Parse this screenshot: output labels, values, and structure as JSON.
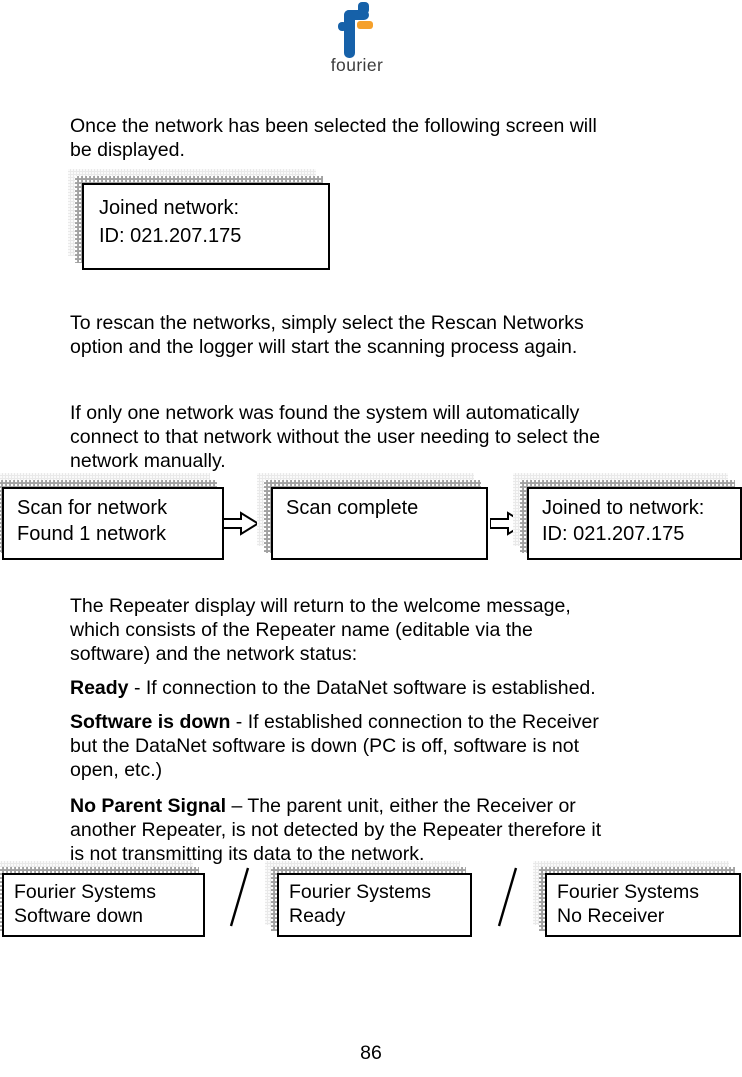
{
  "page": {
    "number": "86",
    "background": "#ffffff",
    "text_color": "#000000"
  },
  "logo": {
    "brand": "fourier",
    "blue": "#1661a9",
    "orange": "#f5a02b"
  },
  "paragraphs": {
    "p1": [
      "Once the network has been selected the following screen will",
      "be displayed."
    ],
    "p2": [
      "To rescan the networks, simply select the Rescan Networks",
      "option and the logger will start the scanning process again."
    ],
    "p3": [
      "If only one network was found the system will automatically",
      "connect to that network without the user needing to select the",
      "network manually."
    ],
    "p4": [
      "The Repeater display will return to the welcome message,",
      "which consists of the Repeater name (editable via the",
      "software) and the network status:"
    ]
  },
  "status_defs": {
    "ready": {
      "term": "Ready",
      "rest": " - If connection to the DataNet software is established."
    },
    "software_down": {
      "term": "Software is down",
      "rest_line1": " - If established connection to the Receiver",
      "line2": "but the DataNet software is down (PC is off, software is not",
      "line3": "open, etc.)"
    },
    "no_parent": {
      "term": "No Parent Signal",
      "rest_line1": " – The parent unit, either the Receiver or",
      "line2": "another Repeater, is not detected by the Repeater therefore it",
      "line3": "is not transmitting its data to the network."
    }
  },
  "display_boxes": {
    "joined_network": {
      "line1": "Joined network:",
      "line2": "ID: 021.207.175"
    },
    "scan_for_network": {
      "line1": "Scan for network",
      "line2": "Found 1 network"
    },
    "scan_complete": {
      "line1": "Scan complete",
      "line2": ""
    },
    "joined_to_network": {
      "line1": "Joined to network:",
      "line2": "ID: 021.207.175"
    },
    "software_down": {
      "line1": "Fourier Systems",
      "line2": "Software down"
    },
    "ready": {
      "line1": "Fourier Systems",
      "line2": "Ready"
    },
    "no_receiver": {
      "line1": "Fourier Systems",
      "line2": "No Receiver"
    }
  }
}
